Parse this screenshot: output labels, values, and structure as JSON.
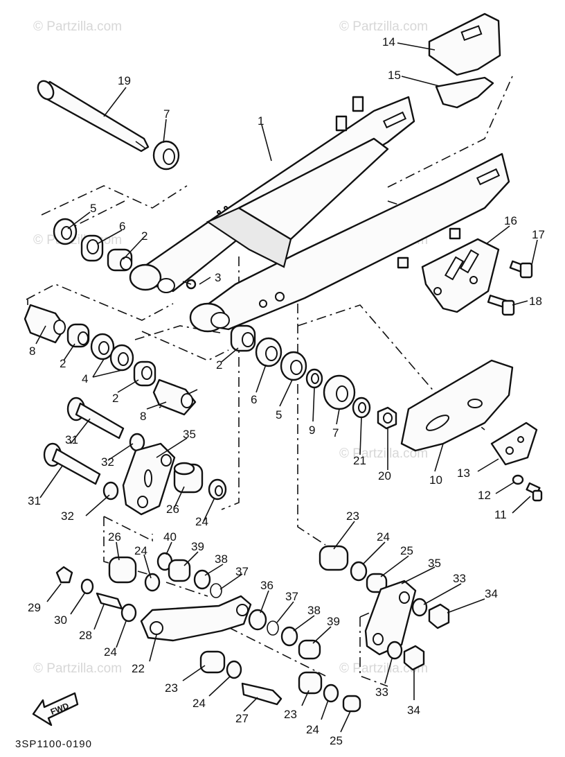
{
  "watermark": "© Partzilla.com",
  "diagram_code": "3SP1100-0190",
  "direction_label": "FWD",
  "callouts": [
    "1",
    "2",
    "2",
    "2",
    "2",
    "2",
    "3",
    "4",
    "5",
    "5",
    "6",
    "6",
    "7",
    "7",
    "8",
    "8",
    "9",
    "10",
    "11",
    "12",
    "13",
    "14",
    "15",
    "16",
    "17",
    "18",
    "19",
    "20",
    "21",
    "22",
    "23",
    "23",
    "23",
    "24",
    "24",
    "24",
    "24",
    "24",
    "24",
    "24",
    "25",
    "25",
    "26",
    "26",
    "27",
    "28",
    "29",
    "30",
    "31",
    "31",
    "32",
    "32",
    "33",
    "33",
    "34",
    "34",
    "35",
    "35",
    "36",
    "37",
    "37",
    "38",
    "38",
    "39",
    "39",
    "40"
  ]
}
